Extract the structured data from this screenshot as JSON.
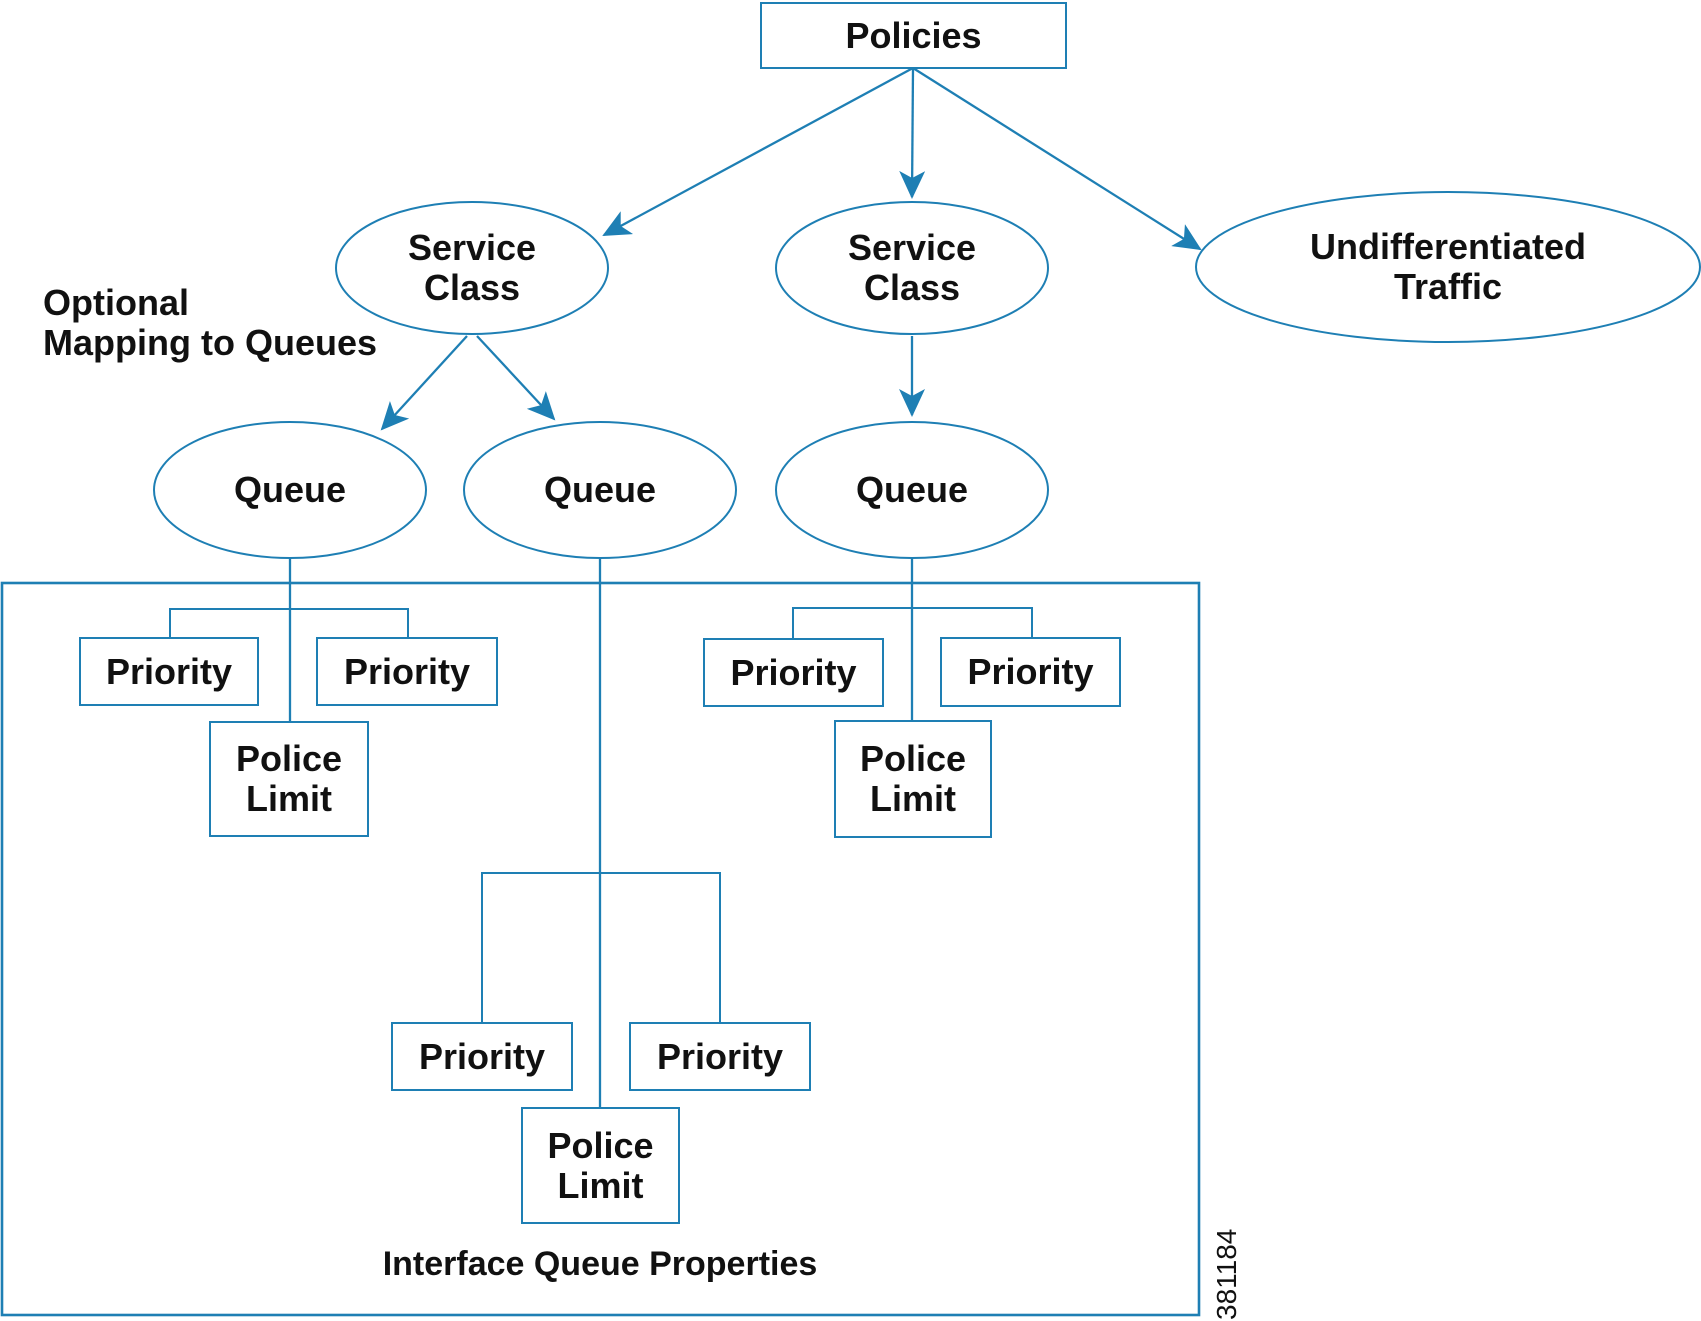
{
  "colors": {
    "line": "#1e7fb4",
    "text": "#111111",
    "background": "#ffffff"
  },
  "diagram": {
    "policies": {
      "label": "Policies"
    },
    "service_classes": [
      {
        "line1": "Service",
        "line2": "Class"
      },
      {
        "line1": "Service",
        "line2": "Class"
      }
    ],
    "undifferentiated_traffic": {
      "line1": "Undifferentiated",
      "line2": "Traffic"
    },
    "queues": [
      {
        "label": "Queue"
      },
      {
        "label": "Queue"
      },
      {
        "label": "Queue"
      }
    ],
    "property_groups": [
      {
        "priority_left": "Priority",
        "priority_right": "Priority",
        "police_line1": "Police",
        "police_line2": "Limit"
      },
      {
        "priority_left": "Priority",
        "priority_right": "Priority",
        "police_line1": "Police",
        "police_line2": "Limit"
      },
      {
        "priority_left": "Priority",
        "priority_right": "Priority",
        "police_line1": "Police",
        "police_line2": "Limit"
      }
    ],
    "annotations": {
      "optional_mapping_line1": "Optional",
      "optional_mapping_line2": "Mapping to Queues",
      "container_label": "Interface Queue Properties",
      "figure_number": "381184"
    }
  }
}
